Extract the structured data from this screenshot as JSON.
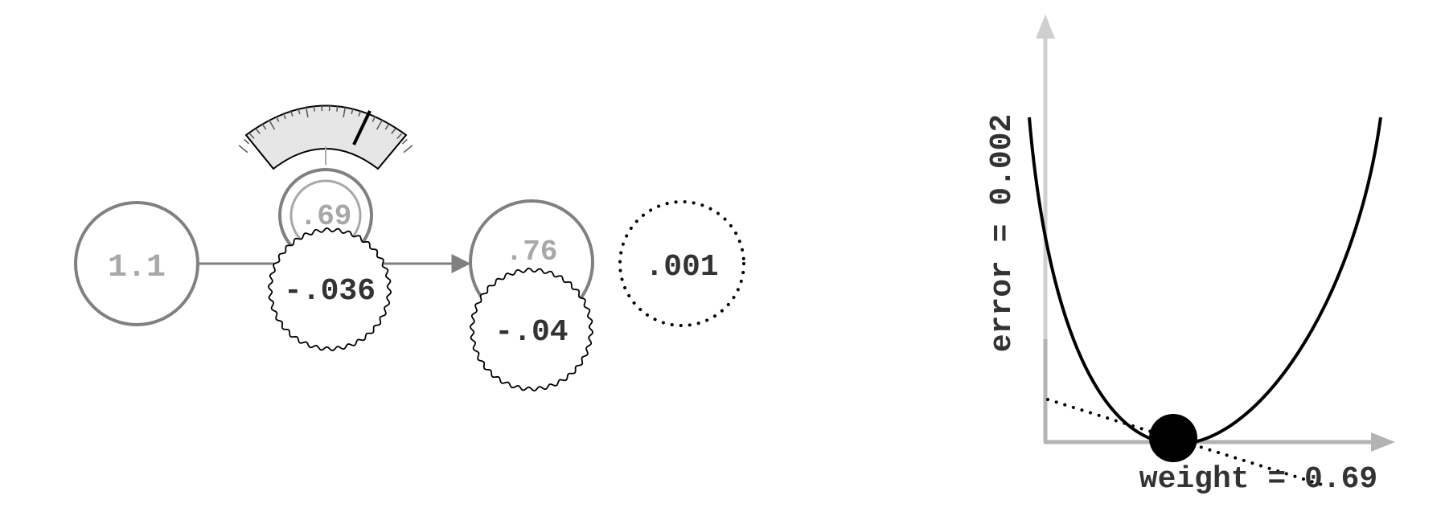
{
  "network": {
    "input_value": "1.1",
    "weight_value": ".69",
    "weight_delta": "-.036",
    "prediction_value": ".76",
    "delta_value": "-.04",
    "error_value": ".001"
  },
  "error_curve": {
    "y_axis_label": "error = 0.002",
    "x_axis_label": "weight = 0.69"
  },
  "colors": {
    "ink": "#000000",
    "node_stroke": "#808080",
    "faded_text": "#a8a8a8",
    "dark_text": "#333333",
    "gauge_fill": "#e6e6e6",
    "axis_gray": "#b3b3b3",
    "axis_light": "#cfcfcf"
  }
}
